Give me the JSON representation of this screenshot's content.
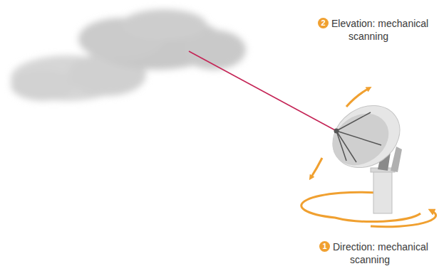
{
  "diagram": {
    "labels": [
      "2",
      "Elevation: mechanical scanning",
      "1",
      "Direction: mechanical scanning"
    ]
  }
}
